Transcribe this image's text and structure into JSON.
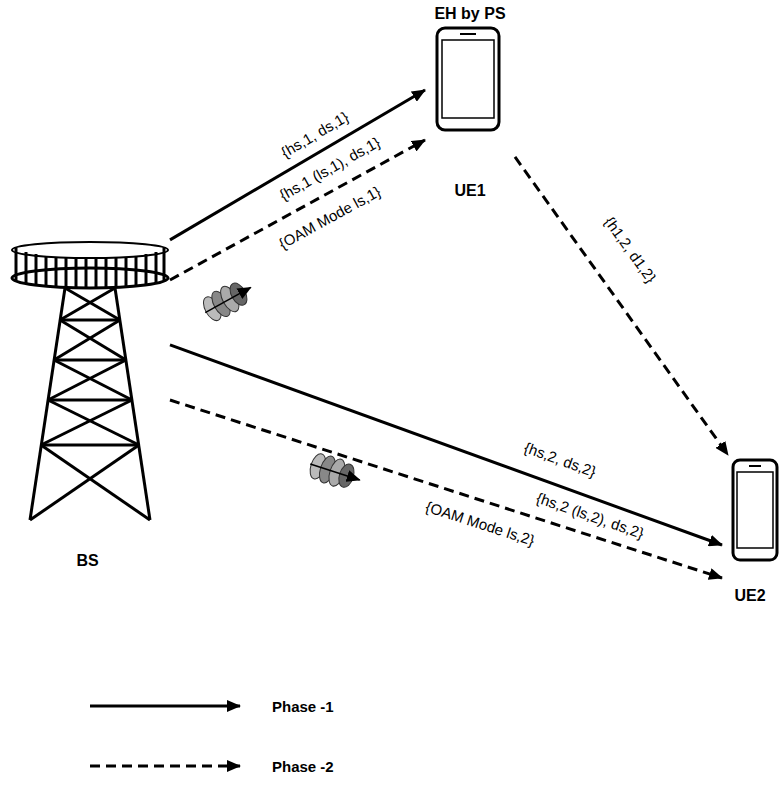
{
  "diagram": {
    "nodes": [
      {
        "text": [
          "BS"
        ]
      },
      {
        "text": [
          "EH by PS",
          "UE1"
        ]
      },
      {
        "text": [
          "UE2"
        ]
      }
    ],
    "edges": [
      {
        "from": 0,
        "to": 1,
        "arrow": "to",
        "label": "{hs,1, ds,1}"
      },
      {
        "from": 0,
        "to": 1,
        "arrow": "to",
        "label": "{hs,1 (ls,1), ds,1}"
      },
      {
        "from": 1,
        "to": 2,
        "arrow": "to",
        "label": "{h1,2, d1,2}"
      },
      {
        "from": 0,
        "to": 2,
        "arrow": "to",
        "label": "{hs,2, ds,2}"
      },
      {
        "from": 0,
        "to": 2,
        "arrow": "to",
        "label": "{hs,2 (ls,2), ds,2}"
      }
    ],
    "labels": [
      "{OAM Mode ls,1}",
      "{OAM Mode ls,2}"
    ],
    "legend": [
      {
        "text": "Phase -1"
      },
      {
        "text": "Phase -2"
      }
    ]
  }
}
